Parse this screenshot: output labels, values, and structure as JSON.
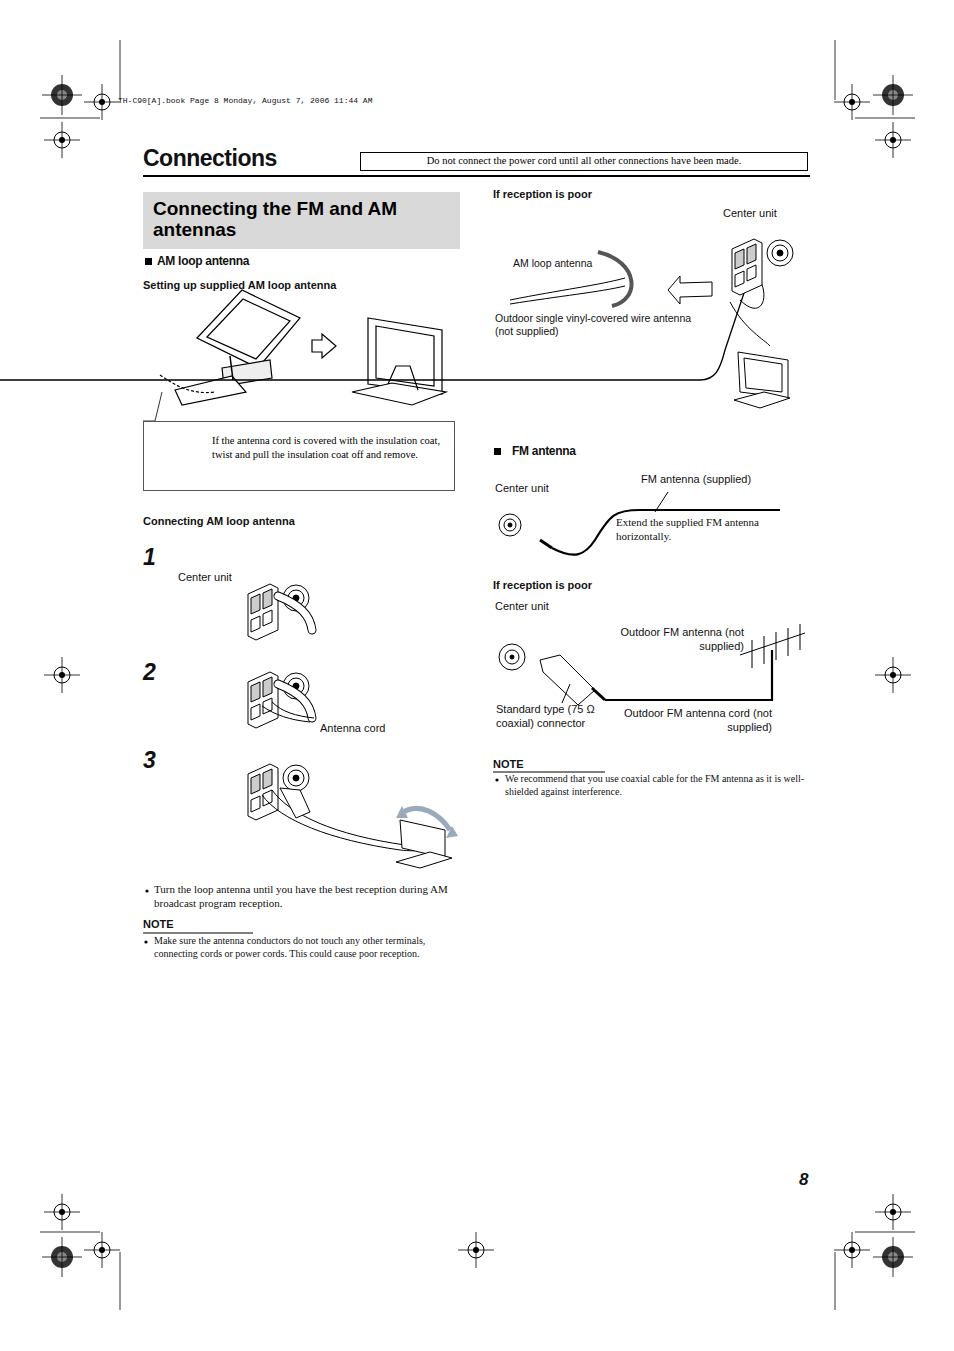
{
  "diagram": {
    "title": "Connections",
    "nodes": [
      {
        "text": [
          "Do not connect the power cord until all other connections have been made."
        ]
      },
      {
        "text": [
          "Connecting the FM and AM antennas"
        ]
      },
      {
        "text": [
          "If the antenna cord is covered with the insulation coat, twist and pull the insulation coat off and remove."
        ]
      }
    ],
    "labels": [
      "TH-C90[A].book Page 8 Monday, August 7, 2006 11:44 AM",
      "AM loop antenna",
      "Setting up supplied AM loop antenna",
      "Connecting AM loop antenna",
      "1",
      "Center unit",
      "2",
      "Antenna cord",
      "3",
      "Turn the loop antenna until you have the best reception during AM broadcast program reception.",
      "NOTE",
      "Make sure the antenna conductors do not touch any other terminals, connecting cords or power cords. This could cause poor reception.",
      "If reception is poor",
      "Center unit",
      "AM loop antenna",
      "Outdoor single vinyl-covered wire antenna (not supplied)",
      "FM antenna",
      "Center unit",
      "FM antenna (supplied)",
      "Extend the supplied FM antenna horizontally.",
      "If reception is poor",
      "Center unit",
      "Outdoor FM antenna (not supplied)",
      "Standard type (75 Ω coaxial) connector",
      "Outdoor FM antenna cord (not supplied)",
      "NOTE",
      "We recommend that you use coaxial cable for the FM antenna as it is well-shielded against interference.",
      "8"
    ]
  }
}
